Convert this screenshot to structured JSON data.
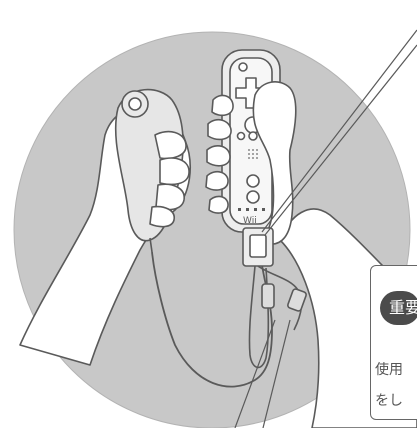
{
  "callout": {
    "badge_text": "重要",
    "text_line1": "使用",
    "text_line2": "をし"
  },
  "icons": {
    "home_button_mark": "⌂",
    "logo_text": "Wii"
  },
  "colors": {
    "circle_fill": "#c8c8c8",
    "circle_stroke": "#b3b3b3",
    "line": "#5a5a5a",
    "skin": "#ffffff",
    "badge": "#4b4b4b"
  }
}
